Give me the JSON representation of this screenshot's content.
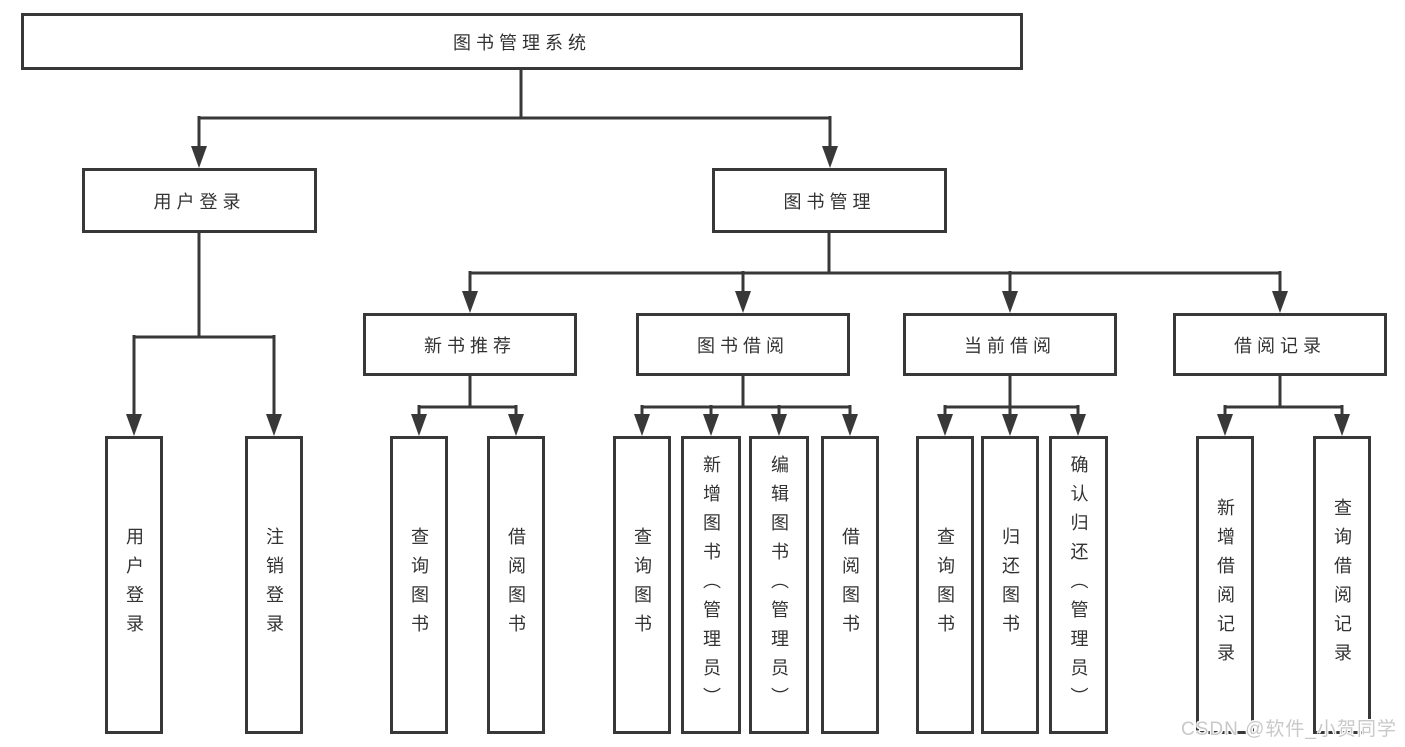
{
  "diagram": {
    "root": {
      "label": "图书管理系统"
    },
    "level2": {
      "user_login": {
        "label": "用户登录"
      },
      "book_management": {
        "label": "图书管理"
      }
    },
    "level3": {
      "new_book_recommend": {
        "label": "新书推荐"
      },
      "book_borrowing": {
        "label": "图书借阅"
      },
      "current_borrowing": {
        "label": "当前借阅"
      },
      "borrowing_records": {
        "label": "借阅记录"
      }
    },
    "leaves": {
      "user_login": [
        {
          "label": "用户登录"
        },
        {
          "label": "注销登录"
        }
      ],
      "new_book_recommend": [
        {
          "label": "查询图书"
        },
        {
          "label": "借阅图书"
        }
      ],
      "book_borrowing": [
        {
          "label": "查询图书"
        },
        {
          "label": "新增图书（管理员）"
        },
        {
          "label": "编辑图书（管理员）"
        },
        {
          "label": "借阅图书"
        }
      ],
      "current_borrowing": [
        {
          "label": "查询图书"
        },
        {
          "label": "归还图书"
        },
        {
          "label": "确认归还（管理员）"
        }
      ],
      "borrowing_records": [
        {
          "label": "新增借阅记录"
        },
        {
          "label": "查询借阅记录"
        }
      ]
    },
    "colors": {
      "line": "#383838",
      "text": "#333333",
      "box_background": "#ffffff"
    }
  },
  "watermark": {
    "text": "CSDN @软件_小贺同学",
    "color": "#c9c9c9"
  }
}
